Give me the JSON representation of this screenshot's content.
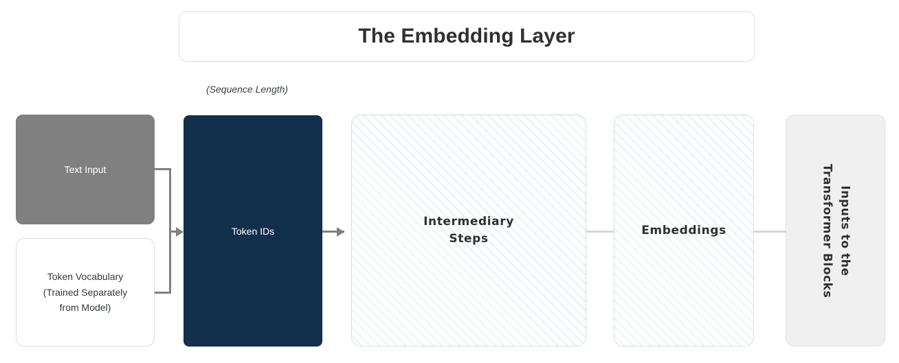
{
  "header": {
    "title": "The Embedding Layer"
  },
  "captions": {
    "sequence_length": "(Sequence Length)"
  },
  "nodes": {
    "text_input": {
      "label": "Text Input",
      "fill": "#808080",
      "text_color": "#ffffff"
    },
    "token_vocabulary": {
      "line1": "Token Vocabulary",
      "line2": "(Trained Separately",
      "line3": "from Model)",
      "fill": "#ffffff",
      "border": "#d7dadd"
    },
    "token_ids": {
      "label": "Token IDs",
      "fill": "#122f4c",
      "text_color": "#ffffff"
    },
    "intermediary_steps": {
      "line1": "Intermediary",
      "line2": "Steps",
      "fill": "#ffffff",
      "hatch_color": "#e4eefb"
    },
    "embeddings": {
      "label": "Embeddings",
      "fill": "#ffffff",
      "hatch_color": "#e4eefb"
    },
    "outputs": {
      "line1": "Inputs to the",
      "line2": "Transformer Blocks",
      "fill": "#f0f0f0",
      "border": "#e0e2e4"
    }
  },
  "connectors": {
    "arrow_color": "#808080",
    "line_color": "#d4d6d8"
  }
}
